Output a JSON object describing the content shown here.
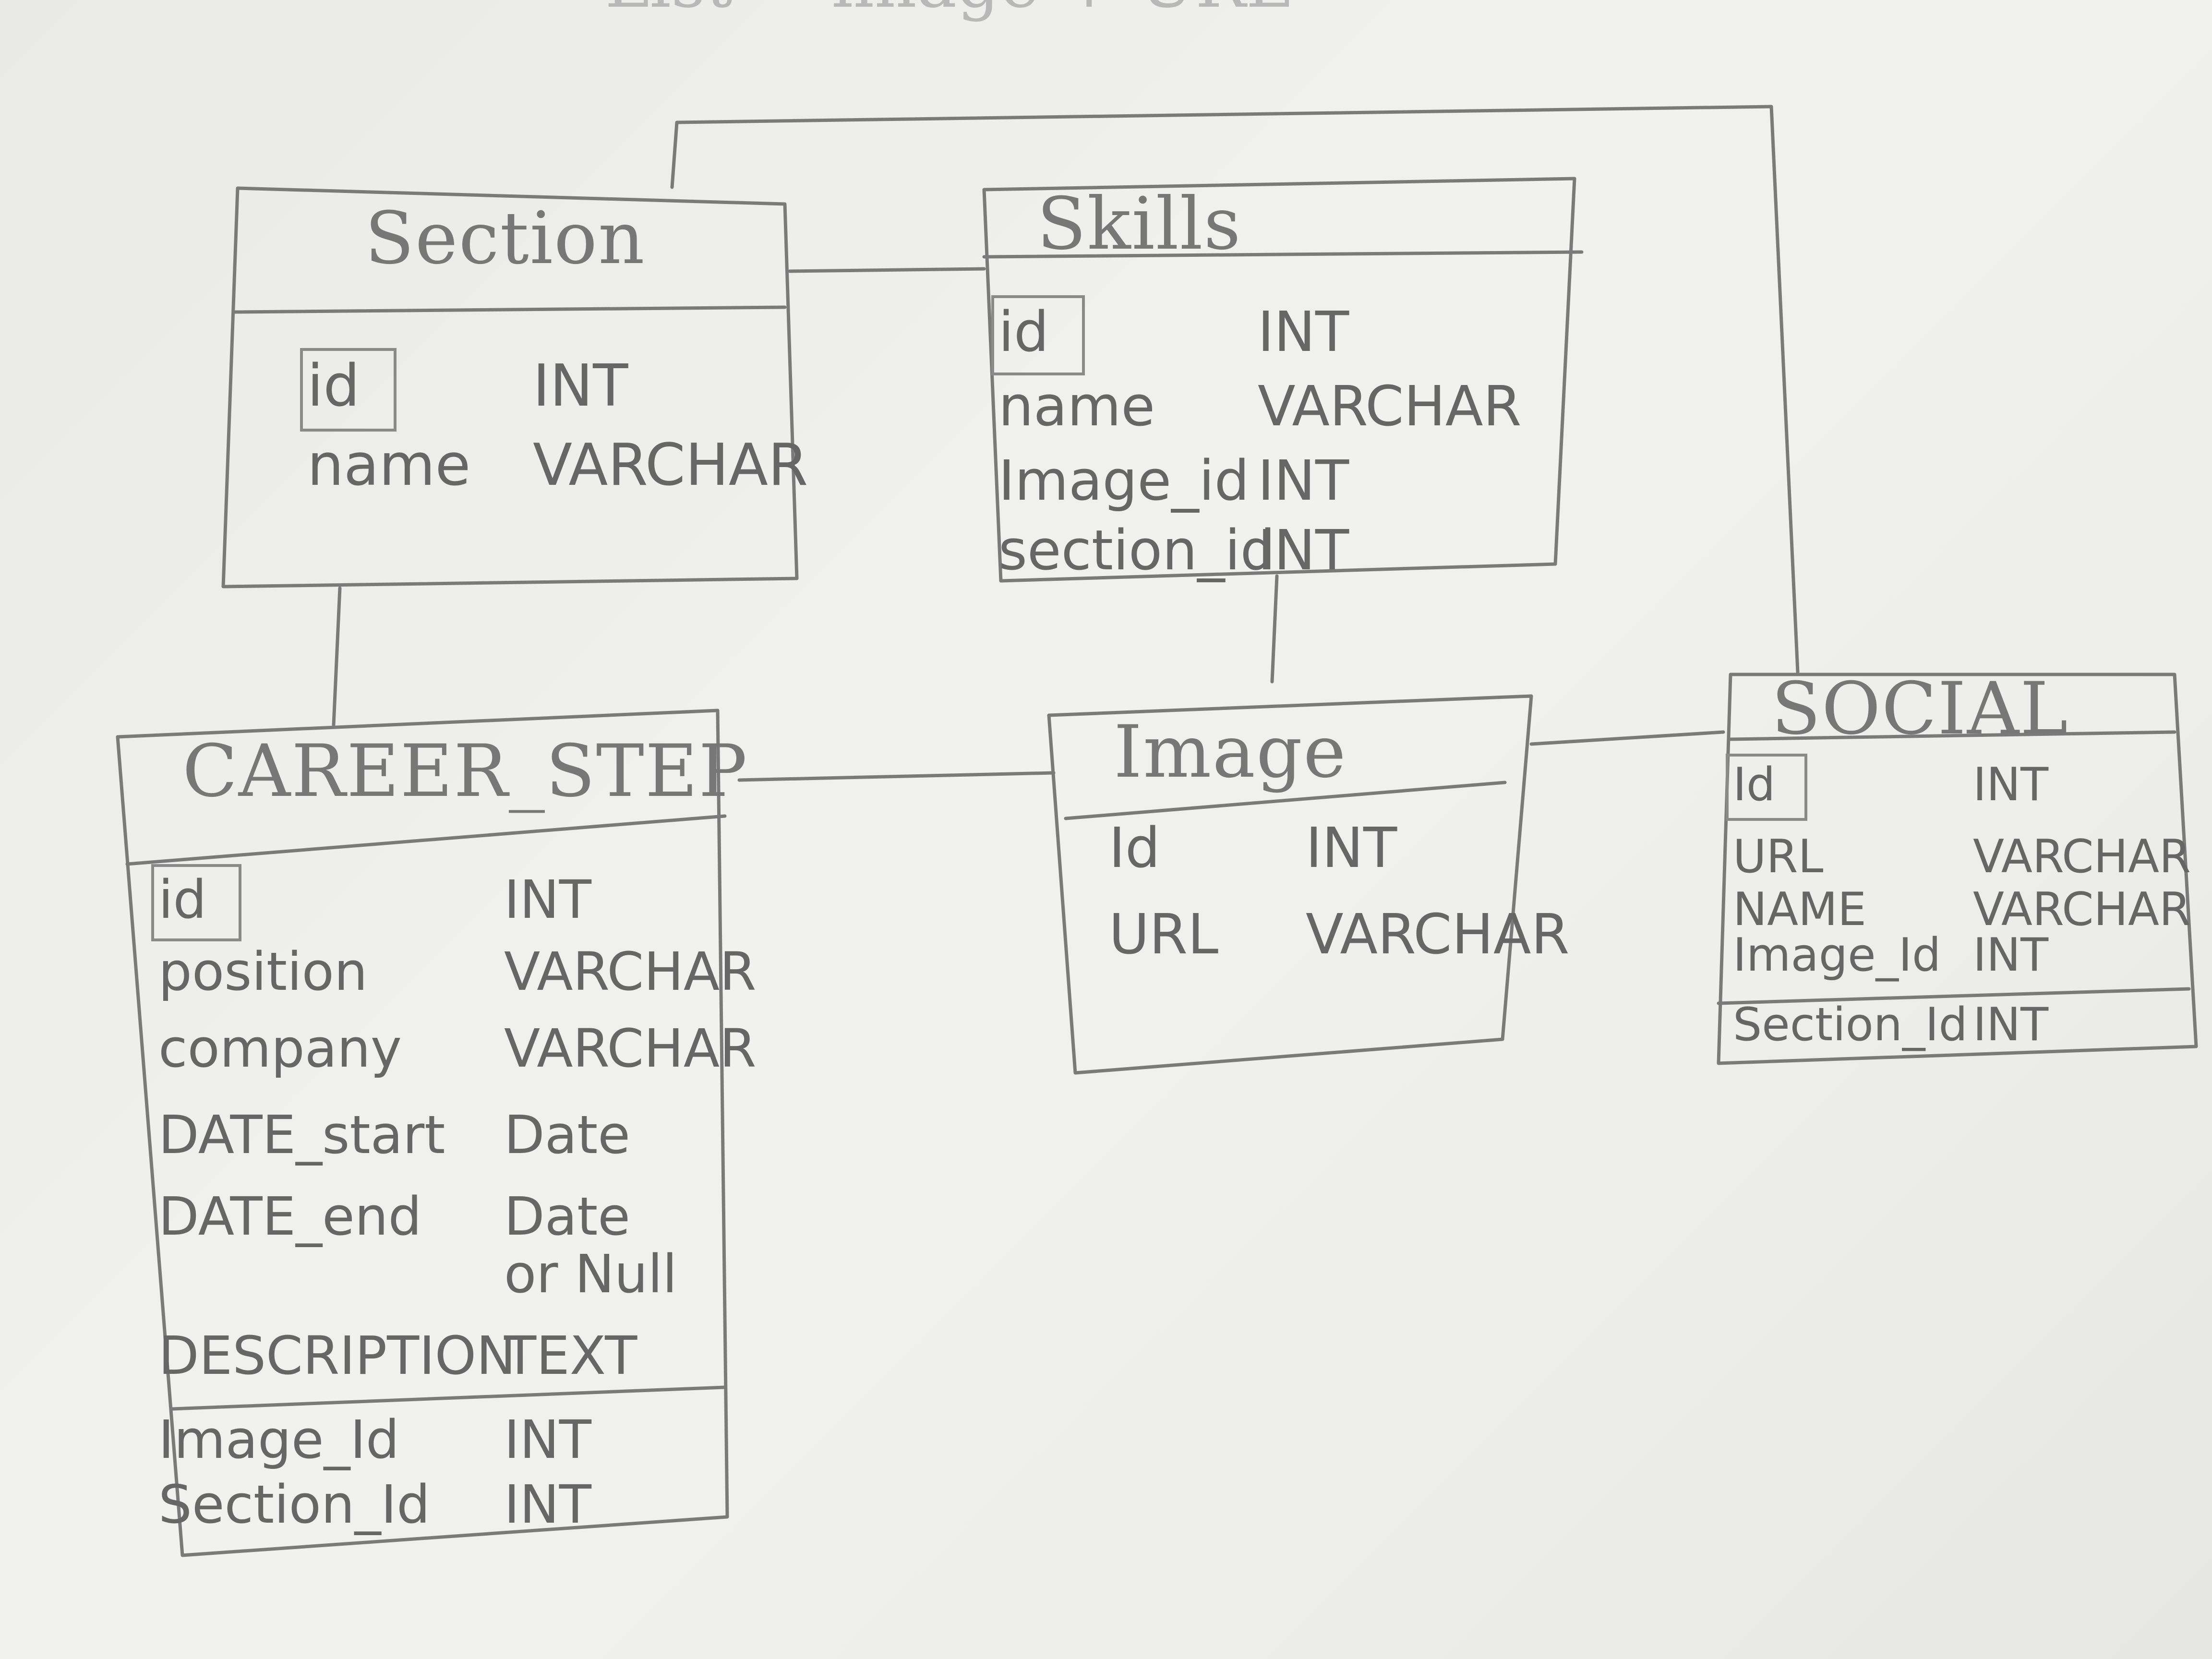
{
  "top_note": "List → image + URL",
  "tables": {
    "section": {
      "title": "Section",
      "fields": [
        {
          "name": "id",
          "type": "INT",
          "pk": true
        },
        {
          "name": "name",
          "type": "VARCHAR"
        }
      ]
    },
    "skills": {
      "title": "Skills",
      "fields": [
        {
          "name": "id",
          "type": "INT",
          "pk": true
        },
        {
          "name": "name",
          "type": "VARCHAR"
        },
        {
          "name": "Image_id",
          "type": "INT"
        },
        {
          "name": "section_id",
          "type": "INT"
        }
      ]
    },
    "career_step": {
      "title": "CAREER_STEP",
      "fields": [
        {
          "name": "id",
          "type": "INT",
          "pk": true
        },
        {
          "name": "position",
          "type": "VARCHAR"
        },
        {
          "name": "company",
          "type": "VARCHAR"
        },
        {
          "name": "DATE_start",
          "type": "Date"
        },
        {
          "name": "DATE_end",
          "type": "Date"
        },
        {
          "name": "",
          "type": "or Null"
        },
        {
          "name": "DESCRIPTION",
          "type": "TEXT"
        },
        {
          "name": "Image_Id",
          "type": "INT"
        },
        {
          "name": "Section_Id",
          "type": "INT"
        }
      ]
    },
    "image": {
      "title": "Image",
      "fields": [
        {
          "name": "Id",
          "type": "INT"
        },
        {
          "name": "URL",
          "type": "VARCHAR"
        }
      ]
    },
    "social": {
      "title": "SOCIAL",
      "fields": [
        {
          "name": "Id",
          "type": "INT",
          "pk": true
        },
        {
          "name": "URL",
          "type": "VARCHAR"
        },
        {
          "name": "NAME",
          "type": "VARCHAR"
        },
        {
          "name": "Image_Id",
          "type": "INT"
        },
        {
          "name": "Section_Id",
          "type": "INT"
        }
      ]
    }
  }
}
